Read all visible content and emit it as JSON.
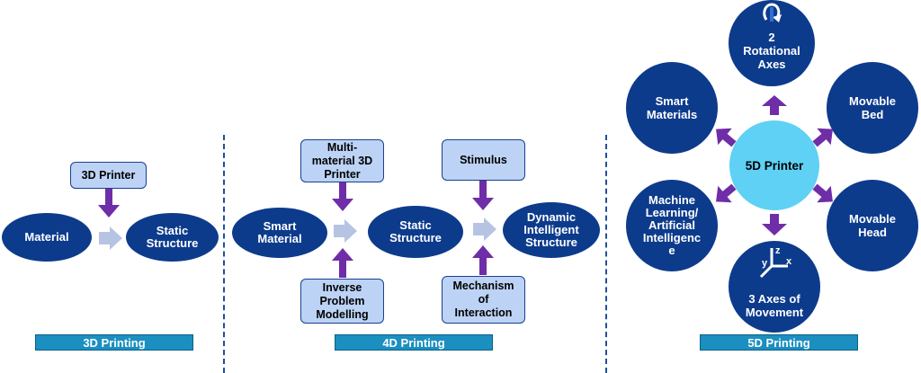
{
  "colors": {
    "node_dark": "#0d3b8c",
    "box_fill": "#bcd3f5",
    "arrow_purple": "#6f2da8",
    "arrow_grey": "#b7c3e3",
    "label_bar": "#1b8fc0",
    "center_5d": "#5ed1f5"
  },
  "panel3d": {
    "printer": "3D Printer",
    "material": "Material",
    "static_structure": "Static\nStructure",
    "label": "3D Printing"
  },
  "panel4d": {
    "multi_printer": "Multi-\nmaterial 3D\nPrinter",
    "inverse": "Inverse\nProblem\nModelling",
    "smart_material": "Smart\nMaterial",
    "static_structure": "Static\nStructure",
    "stimulus": "Stimulus",
    "mechanism": "Mechanism\nof\nInteraction",
    "dynamic": "Dynamic\nIntelligent\nStructure",
    "label": "4D Printing"
  },
  "panel5d": {
    "center": "5D Printer",
    "rotational": "2\nRotational\nAxes",
    "movable_bed": "Movable\nBed",
    "movable_head": "Movable\nHead",
    "axes_movement": "3 Axes of\nMovement",
    "machine_learning": "Machine\nLearning/\nArtificial\nIntelligenc\ne",
    "smart_materials": "Smart\nMaterials",
    "axis_x": "x",
    "axis_y": "y",
    "axis_z": "z",
    "label": "5D Printing"
  }
}
